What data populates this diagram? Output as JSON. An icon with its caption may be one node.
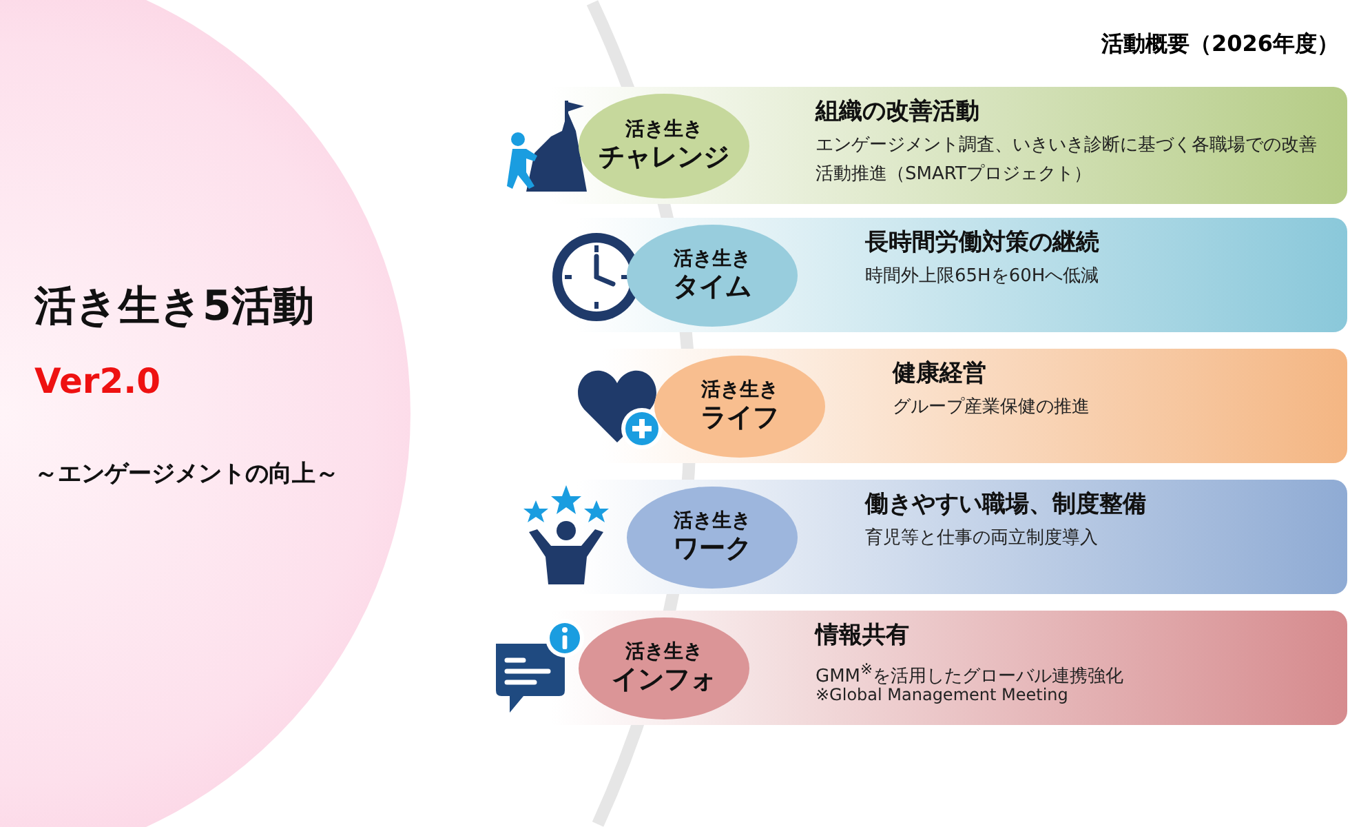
{
  "diagram": {
    "title": "活動概要（2026年度）",
    "nodes": [
      {
        "text": [
          "活き生き5活動",
          "Ver2.0",
          "～エンゲージメントの向上～"
        ]
      },
      {
        "text": [
          "組織の改善活動",
          "エンゲージメント調査、いきいき診断に基づく各職場での改善活動推進（SMARTプロジェクト）"
        ]
      },
      {
        "text": [
          "活き生き",
          "チャレンジ"
        ],
        "in": 1
      },
      {
        "text": [
          "長時間労働対策の継続",
          "時間外上限65Hを60Hへ低減"
        ]
      },
      {
        "text": [
          "活き生き",
          "タイム"
        ],
        "in": 3
      },
      {
        "text": [
          "健康経営",
          "グループ産業保健の推進"
        ]
      },
      {
        "text": [
          "活き生き",
          "ライフ"
        ],
        "in": 5
      },
      {
        "text": [
          "働きやすい職場、制度整備",
          "育児等と仕事の両立制度導入"
        ]
      },
      {
        "text": [
          "活き生き",
          "ワーク"
        ],
        "in": 7
      },
      {
        "text": [
          "情報共有",
          "GMM$^{※}$を活用したグローバル連携強化",
          "※Global Management Meeting"
        ]
      },
      {
        "text": [
          "活き生き",
          "インフォ"
        ],
        "in": 9
      }
    ]
  }
}
